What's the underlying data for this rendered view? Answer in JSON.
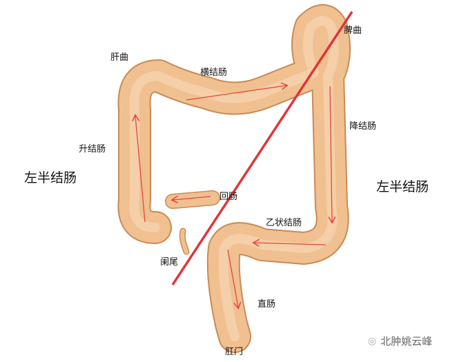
{
  "labels": {
    "splenic_flexure": "脾曲",
    "hepatic_flexure": "肝曲",
    "transverse_colon": "横结肠",
    "descending_colon": "降结肠",
    "ascending_colon": "升结肠",
    "left_side_label": "左半结肠",
    "right_side_label": "左半结肠",
    "ileum": "回肠",
    "sigmoid_colon": "乙状结肠",
    "appendix": "阑尾",
    "rectum": "直肠",
    "anus": "肛门"
  },
  "watermark": "北肿姚云峰",
  "colors": {
    "colon": "#f0c090",
    "colon_edge": "#c98a55",
    "arrow": "#e8453c",
    "divider": "#e0353a"
  }
}
